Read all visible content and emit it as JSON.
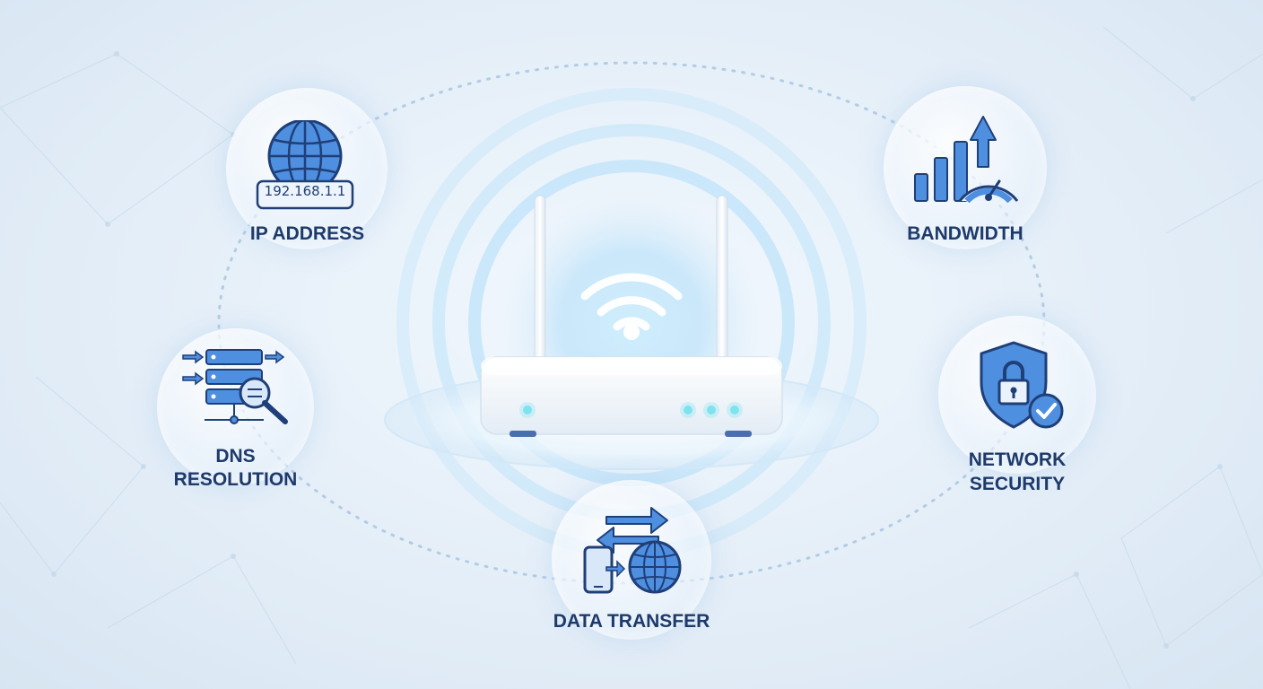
{
  "router": {
    "wifi_icon": "wifi-icon",
    "status_lights": 4
  },
  "nodes": {
    "ip_address": {
      "label": "IP ADDRESS",
      "ip_text": "192.168.1.1",
      "icon": "globe-icon"
    },
    "bandwidth": {
      "label": "BANDWIDTH",
      "icon": "bandwidth-gauge-icon"
    },
    "dns_resolution": {
      "label_line1": "DNS",
      "label_line2": "RESOLUTION",
      "icon": "dns-server-icon"
    },
    "network_security": {
      "label_line1": "NETWORK",
      "label_line2": "SECURITY",
      "icon": "shield-lock-icon"
    },
    "data_transfer": {
      "label": "DATA TRANSFER",
      "icon": "data-transfer-icon"
    }
  },
  "colors": {
    "label": "#1d3a6b",
    "icon_blue": "#3a7fd6",
    "icon_dark": "#1f3f78",
    "glow": "#9fd3f5"
  }
}
